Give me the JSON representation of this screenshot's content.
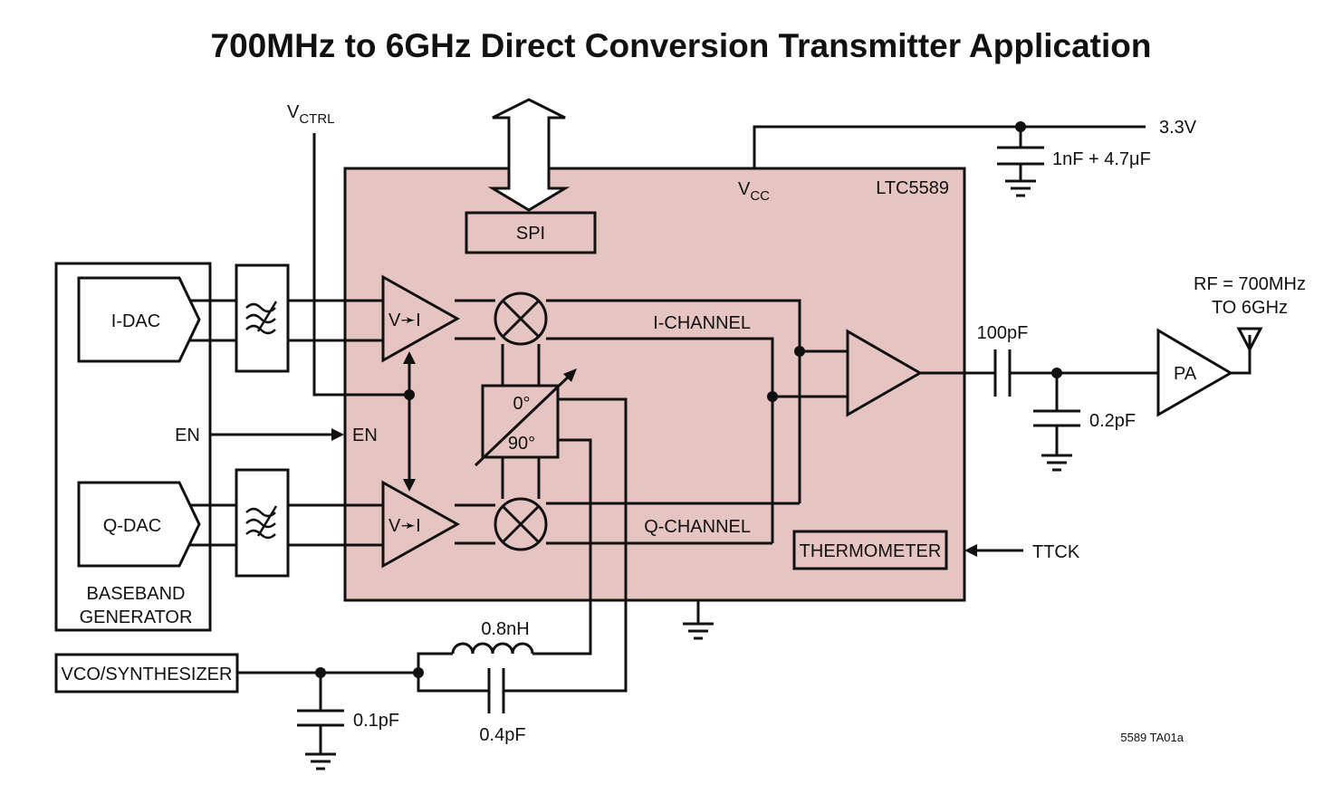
{
  "title": "700MHz to 6GHz Direct Conversion Transmitter Application",
  "colors": {
    "chip_fill": "#e6c4c2",
    "line": "#111111",
    "background": "#ffffff"
  },
  "chip": {
    "part_number": "LTC5589",
    "spi_label": "SPI",
    "vcc_label": {
      "main": "V",
      "sub": "CC"
    },
    "v_to_i_label": "V➛I",
    "phase_0": "0°",
    "phase_90": "90°",
    "i_channel": "I-CHANNEL",
    "q_channel": "Q-CHANNEL",
    "thermometer": "THERMOMETER",
    "en_pin": "EN"
  },
  "baseband": {
    "i_dac": "I-DAC",
    "q_dac": "Q-DAC",
    "en": "EN",
    "label_line1": "BASEBAND",
    "label_line2": "GENERATOR"
  },
  "vctrl": {
    "main": "V",
    "sub": "CTRL"
  },
  "supply": {
    "voltage": "3.3V",
    "decoupling": "1nF + 4.7μF"
  },
  "output": {
    "coupling_cap": "100pF",
    "shunt_cap": "0.2pF",
    "pa": "PA",
    "rf_line1": "RF = 700MHz",
    "rf_line2": "TO 6GHz"
  },
  "ttck": "TTCK",
  "lo": {
    "vco": "VCO/SYNTHESIZER",
    "shunt_cap": "0.1pF",
    "inductor": "0.8nH",
    "series_cap": "0.4pF"
  },
  "figure_id": "5589 TA01a"
}
